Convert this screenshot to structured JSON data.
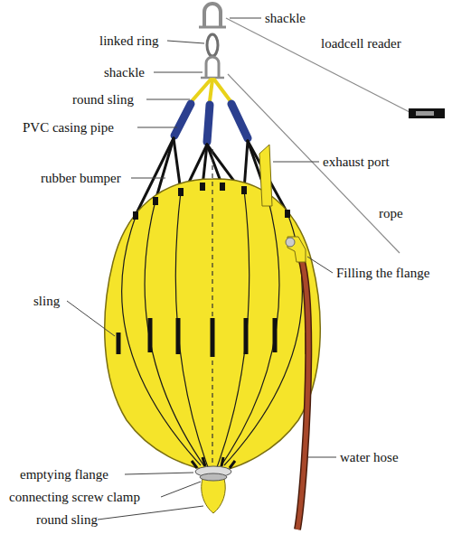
{
  "diagram": {
    "labels": [
      "shackle",
      "linked ring",
      "loadcell reader",
      "shackle",
      "round sling",
      "PVC casing pipe",
      "exhaust port",
      "rubber bumper",
      "rope",
      "Filling the flange",
      "sling",
      "water hose",
      "emptying flange",
      "connecting screw clamp",
      "round sling"
    ]
  }
}
